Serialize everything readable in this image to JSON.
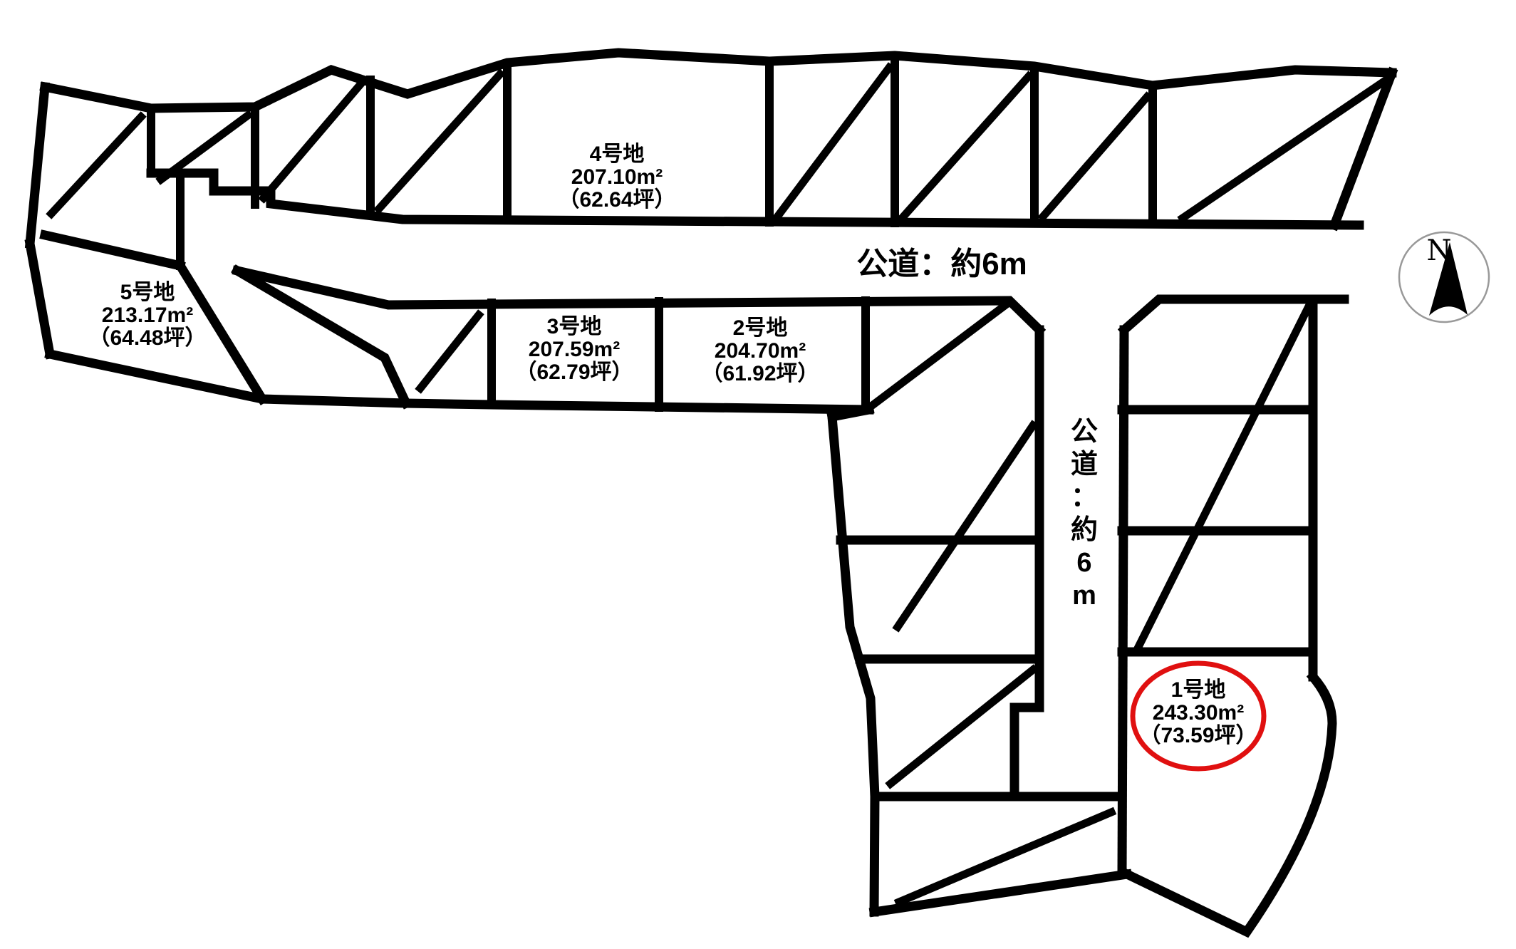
{
  "map": {
    "parcels": {
      "p1": {
        "name": "1号地",
        "area": "243.30m²",
        "tsubo": "（73.59坪）",
        "highlighted": true
      },
      "p2": {
        "name": "2号地",
        "area": "204.70m²",
        "tsubo": "（61.92坪）",
        "highlighted": false
      },
      "p3": {
        "name": "3号地",
        "area": "207.59m²",
        "tsubo": "（62.79坪）",
        "highlighted": false
      },
      "p4": {
        "name": "4号地",
        "area": "207.10m²",
        "tsubo": "（62.64坪）",
        "highlighted": false
      },
      "p5": {
        "name": "5号地",
        "area": "213.17m²",
        "tsubo": "（64.48坪）",
        "highlighted": false
      }
    },
    "roads": {
      "horizontal": {
        "label": "公道：約6m"
      },
      "vertical": {
        "label": "公道：約6m"
      }
    },
    "compass": {
      "label": "N"
    },
    "colors": {
      "line": "#000000",
      "highlight": "#e01010"
    }
  }
}
